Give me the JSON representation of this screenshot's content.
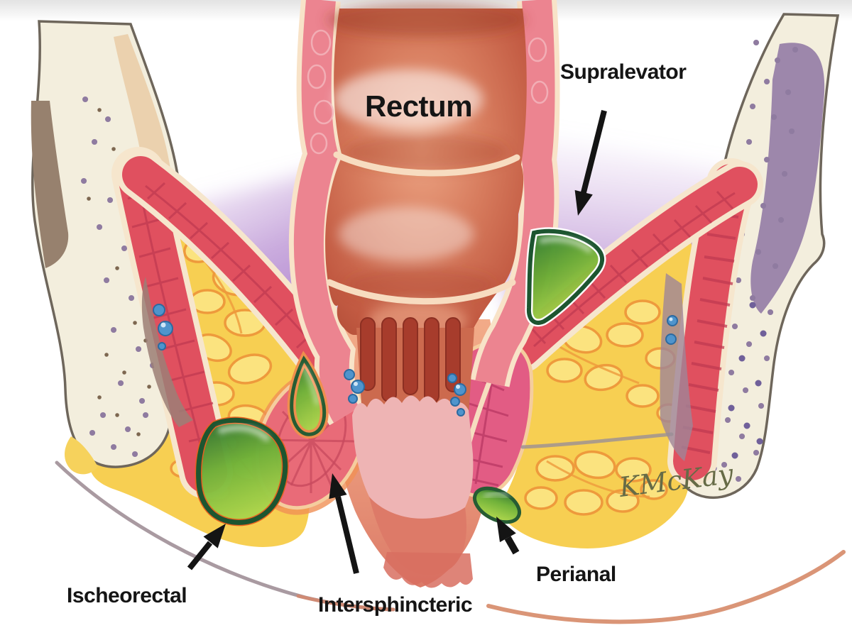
{
  "diagram": {
    "labels": {
      "rectum": "Rectum",
      "supralevator": "Supralevator",
      "ischeorectal": "Ischeorectal",
      "intersphincteric": "Intersphincteric",
      "perianal": "Perianal"
    },
    "signature": "KMcKay",
    "colors": {
      "abscess_green_dark": "#1d5530",
      "abscess_green": "#58a033",
      "abscess_green_light": "#b4d94e",
      "muscle_red": "#e0505f",
      "sphincter_magenta": "#e25c84",
      "fat_yellow": "#f7cf52",
      "fat_lobule_orange": "#ee9a3c",
      "supralevator_purple": "#b78ed2",
      "bone_cream": "#f3eedd",
      "bone_speckle_purple": "#8f7ba0",
      "rectum_wall_pink": "#ec8490",
      "lumen_coral": "#c9604a",
      "mucosa_cream": "#f8e3c8",
      "node_blue": "#4f94cc",
      "annotation_black": "#141414"
    }
  }
}
